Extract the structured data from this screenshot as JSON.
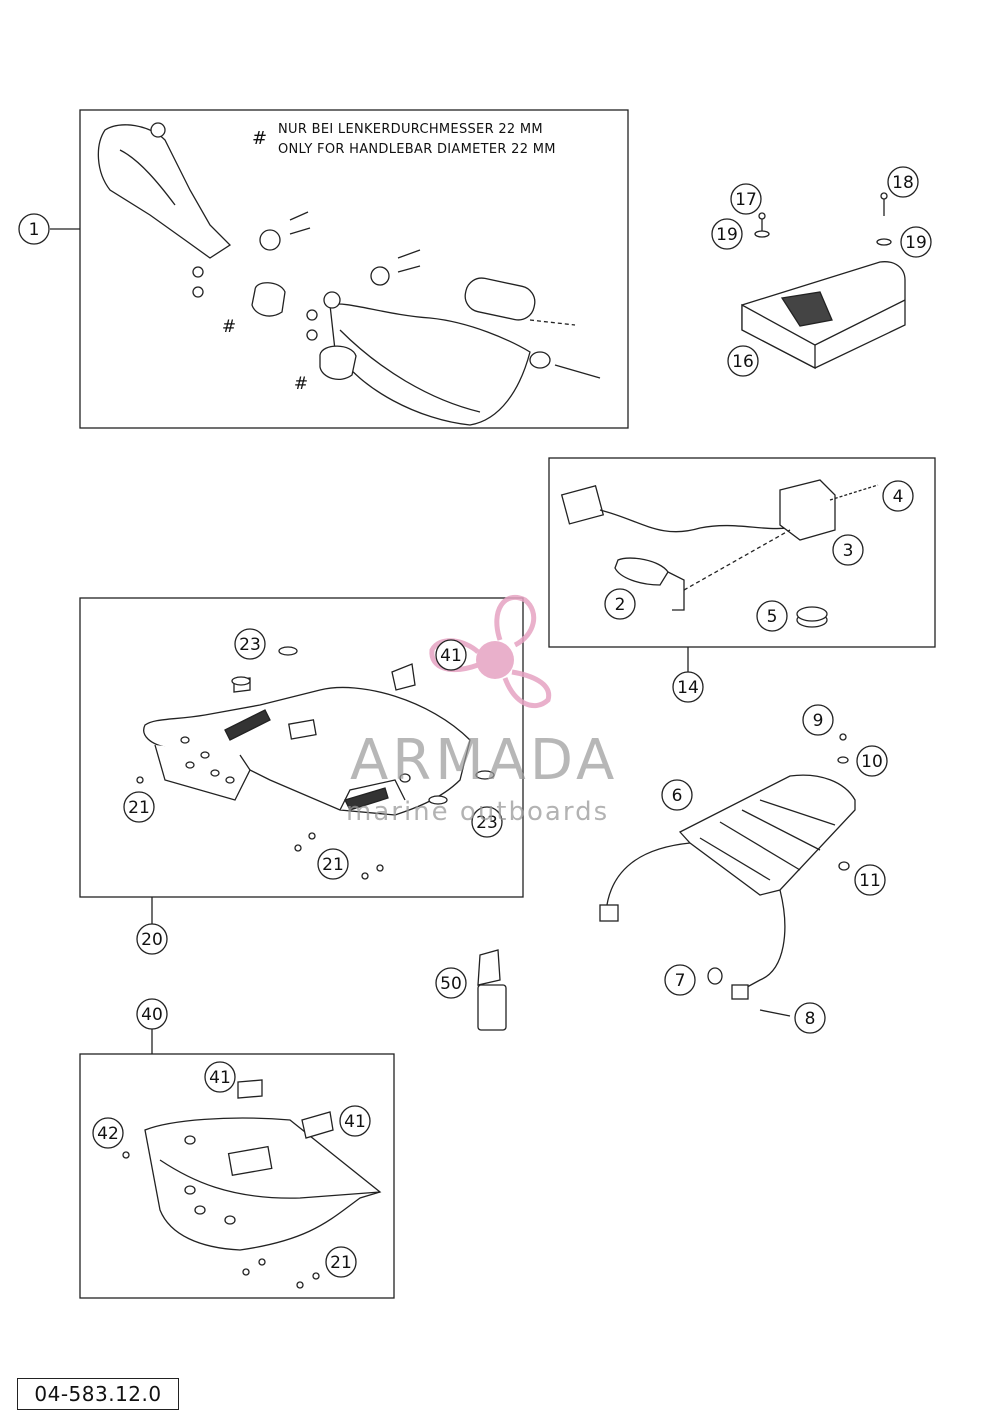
{
  "note": {
    "symbol": "#",
    "line_de": "NUR BEI LENKERDURCHMESSER 22 MM",
    "line_en": "ONLY FOR HANDLEBAR DIAMETER 22 MM"
  },
  "callouts": {
    "c1": "1",
    "c2": "2",
    "c3": "3",
    "c4": "4",
    "c5": "5",
    "c6": "6",
    "c7": "7",
    "c8": "8",
    "c9": "9",
    "c10": "10",
    "c11": "11",
    "c14": "14",
    "c16": "16",
    "c17": "17",
    "c18": "18",
    "c19a": "19",
    "c19b": "19",
    "c20": "20",
    "c21a": "21",
    "c21b": "21",
    "c21c": "21",
    "c23a": "23",
    "c23b": "23",
    "c40": "40",
    "c41a": "41",
    "c41b": "41",
    "c41c": "41",
    "c42": "42",
    "c50": "50"
  },
  "hash_marks": {
    "h1": "#",
    "h2": "#"
  },
  "watermark": {
    "title": "ARMADA",
    "subtitle": "marine outboards",
    "logo": "propeller-logo"
  },
  "document_number": "04-583.12.0"
}
